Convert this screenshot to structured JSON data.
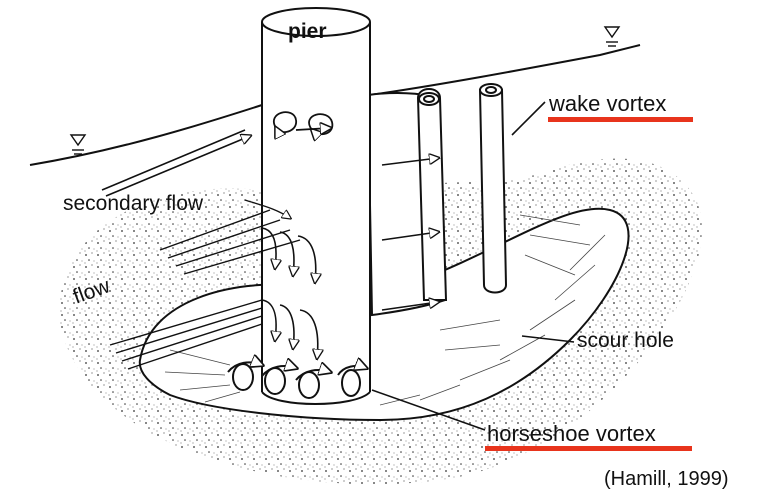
{
  "labels": {
    "pier": "pier",
    "secondary_flow": "secondary flow",
    "flow": "flow",
    "wake_vortex": "wake vortex",
    "scour_hole": "scour hole",
    "horseshoe_vortex": "horseshoe vortex",
    "citation": "(Hamill, 1999)"
  },
  "colors": {
    "highlight_underline": "#e8341c",
    "line": "#111111"
  }
}
